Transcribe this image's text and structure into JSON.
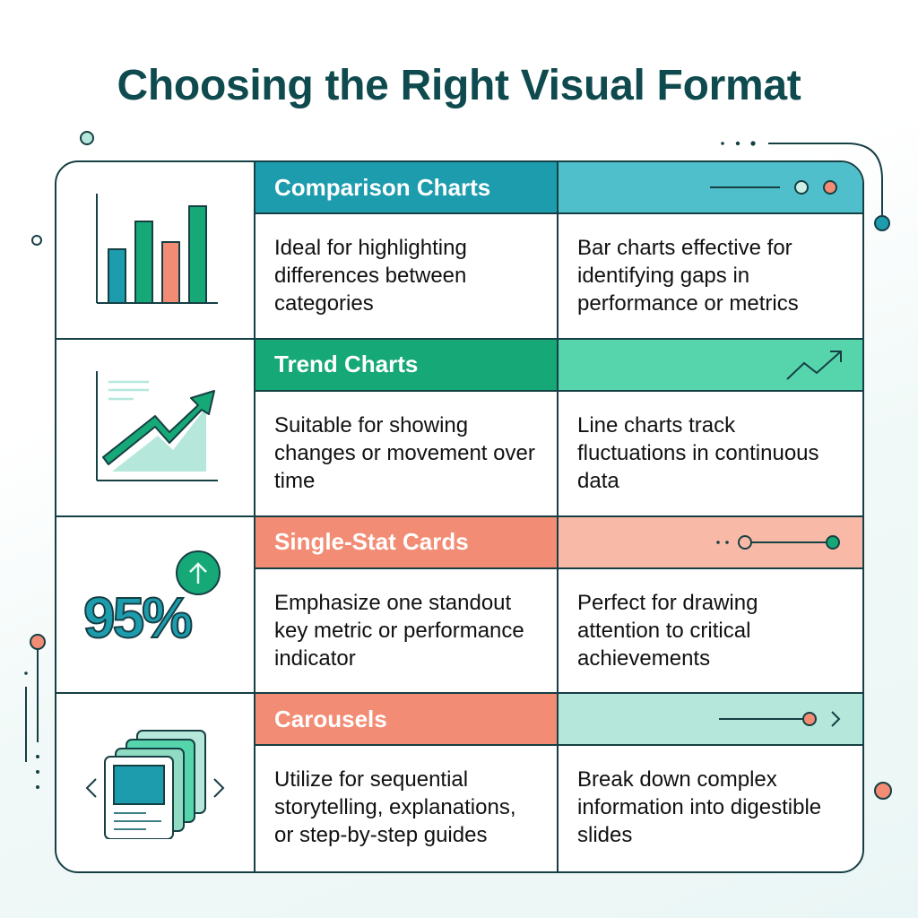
{
  "title": "Choosing the Right Visual Format",
  "colors": {
    "dark": "#163f44",
    "title": "#0f4a4f",
    "teal": "#1d9cae",
    "teal_light": "#4fbfcb",
    "green": "#16a876",
    "green_light": "#56d5ad",
    "coral": "#f28c74",
    "coral_light": "#f9b9a7",
    "mint": "#b5e8da"
  },
  "rows": [
    {
      "icon": "bar-chart-icon",
      "heading": "Comparison Charts",
      "description": "Ideal for highlighting differences between categories",
      "detail": "Bar charts effective for identifying gaps in performance or metrics",
      "header_decoration": "line-with-two-dots"
    },
    {
      "icon": "trend-chart-icon",
      "heading": "Trend Charts",
      "description": "Suitable for showing changes or movement over time",
      "detail": "Line charts track fluctuations in continuous data",
      "header_decoration": "trend-arrow"
    },
    {
      "icon": "single-stat-icon",
      "stat_value": "95%",
      "heading": "Single-Stat Cards",
      "description": "Emphasize one standout key metric or performance indicator",
      "detail": "Perfect for drawing attention to critical achievements",
      "header_decoration": "dots-slider"
    },
    {
      "icon": "carousel-icon",
      "heading": "Carousels",
      "description": "Utilize for sequential storytelling, explanations, or step-by-step guides",
      "detail": "Break down complex information into digestible slides",
      "header_decoration": "line-dot-chevron"
    }
  ]
}
